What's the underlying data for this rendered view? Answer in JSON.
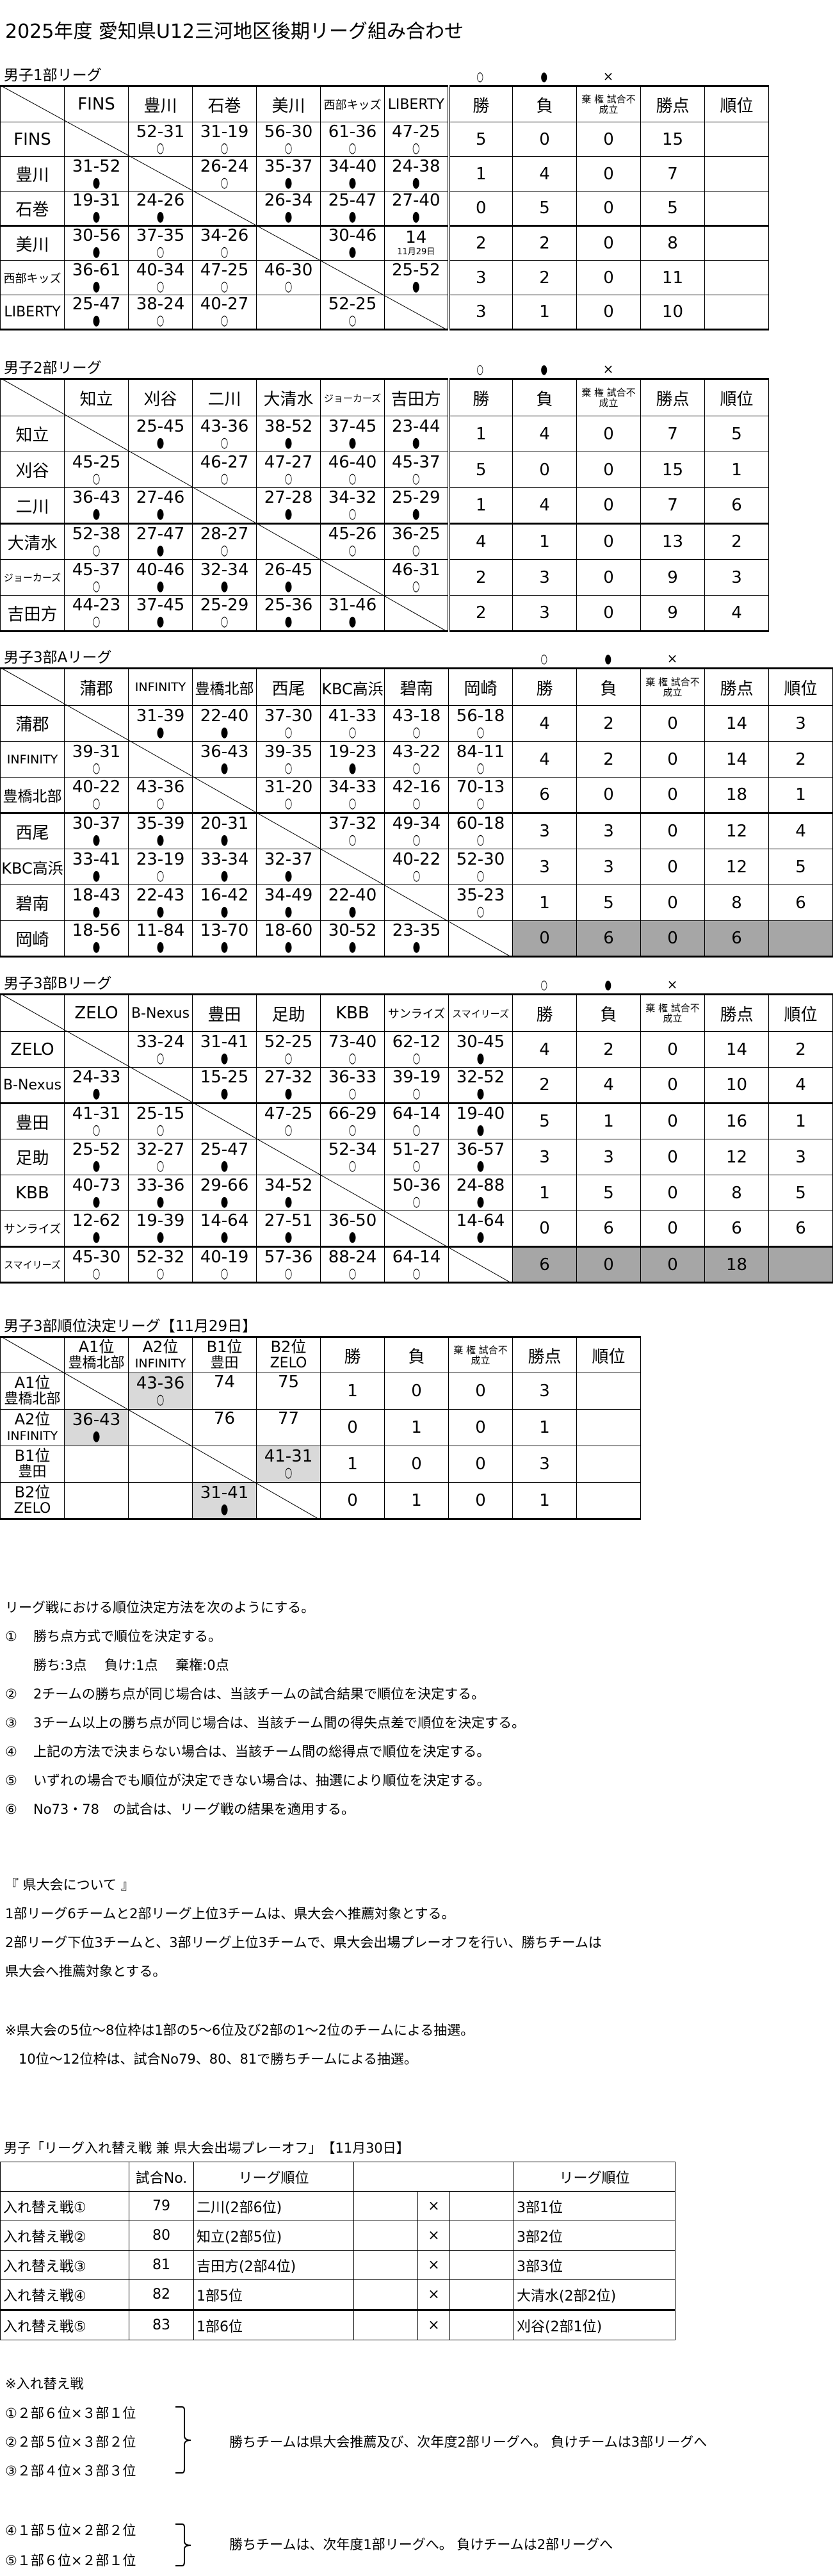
{
  "title": "2025年度  愛知県U12三河地区後期リーグ組み合わせ",
  "common": {
    "legend": [
      "○",
      "●",
      "×"
    ],
    "stat_headers": [
      "勝",
      "負",
      "棄 権 試合不成立",
      "勝点",
      "順位"
    ]
  },
  "leagues": [
    {
      "label": "男子1部リーグ",
      "teams": [
        "FINS",
        "豊川",
        "石巻",
        "美川",
        "西部キッズ",
        "LIBERTY"
      ],
      "results": [
        [
          null,
          {
            "s": "52-31",
            "m": "○"
          },
          {
            "s": "31-19",
            "m": "○"
          },
          {
            "s": "56-30",
            "m": "○"
          },
          {
            "s": "61-36",
            "m": "○"
          },
          {
            "s": "47-25",
            "m": "○"
          }
        ],
        [
          {
            "s": "31-52",
            "m": "●"
          },
          null,
          {
            "s": "26-24",
            "m": "○"
          },
          {
            "s": "35-37",
            "m": "●"
          },
          {
            "s": "34-40",
            "m": "●"
          },
          {
            "s": "24-38",
            "m": "●"
          }
        ],
        [
          {
            "s": "19-31",
            "m": "●"
          },
          {
            "s": "24-26",
            "m": "●"
          },
          null,
          {
            "s": "26-34",
            "m": "●"
          },
          {
            "s": "25-47",
            "m": "●"
          },
          {
            "s": "27-40",
            "m": "●"
          }
        ],
        [
          {
            "s": "30-56",
            "m": "●"
          },
          {
            "s": "37-35",
            "m": "○"
          },
          {
            "s": "34-26",
            "m": "○"
          },
          null,
          {
            "s": "30-46",
            "m": "●"
          },
          {
            "s": "14",
            "note": "11月29日"
          }
        ],
        [
          {
            "s": "36-61",
            "m": "●"
          },
          {
            "s": "40-34",
            "m": "○"
          },
          {
            "s": "47-25",
            "m": "○"
          },
          {
            "s": "46-30",
            "m": "○"
          },
          null,
          {
            "s": "25-52",
            "m": "●"
          }
        ],
        [
          {
            "s": "25-47",
            "m": "●"
          },
          {
            "s": "38-24",
            "m": "○"
          },
          {
            "s": "40-27",
            "m": "○"
          },
          null,
          {
            "s": "52-25",
            "m": "○"
          },
          null
        ]
      ],
      "stats": [
        [
          "5",
          "0",
          "0",
          "15",
          ""
        ],
        [
          "1",
          "4",
          "0",
          "7",
          ""
        ],
        [
          "0",
          "5",
          "0",
          "5",
          ""
        ],
        [
          "2",
          "2",
          "0",
          "8",
          ""
        ],
        [
          "3",
          "2",
          "0",
          "11",
          ""
        ],
        [
          "3",
          "1",
          "0",
          "10",
          ""
        ]
      ]
    },
    {
      "label": "男子2部リーグ",
      "teams": [
        "知立",
        "刈谷",
        "二川",
        "大清水",
        "ジョーカーズ",
        "吉田方"
      ],
      "results": [
        [
          null,
          {
            "s": "25-45",
            "m": "●"
          },
          {
            "s": "43-36",
            "m": "○"
          },
          {
            "s": "38-52",
            "m": "●"
          },
          {
            "s": "37-45",
            "m": "●"
          },
          {
            "s": "23-44",
            "m": "●"
          }
        ],
        [
          {
            "s": "45-25",
            "m": "○"
          },
          null,
          {
            "s": "46-27",
            "m": "○"
          },
          {
            "s": "47-27",
            "m": "○"
          },
          {
            "s": "46-40",
            "m": "○"
          },
          {
            "s": "45-37",
            "m": "○"
          }
        ],
        [
          {
            "s": "36-43",
            "m": "●"
          },
          {
            "s": "27-46",
            "m": "●"
          },
          null,
          {
            "s": "27-28",
            "m": "●"
          },
          {
            "s": "34-32",
            "m": "○"
          },
          {
            "s": "25-29",
            "m": "●"
          }
        ],
        [
          {
            "s": "52-38",
            "m": "○"
          },
          {
            "s": "27-47",
            "m": "●"
          },
          {
            "s": "28-27",
            "m": "○"
          },
          null,
          {
            "s": "45-26",
            "m": "○"
          },
          {
            "s": "36-25",
            "m": "○"
          }
        ],
        [
          {
            "s": "45-37",
            "m": "○"
          },
          {
            "s": "40-46",
            "m": "●"
          },
          {
            "s": "32-34",
            "m": "●"
          },
          {
            "s": "26-45",
            "m": "●"
          },
          null,
          {
            "s": "46-31",
            "m": "○"
          }
        ],
        [
          {
            "s": "44-23",
            "m": "○"
          },
          {
            "s": "37-45",
            "m": "●"
          },
          {
            "s": "25-29",
            "m": "○"
          },
          {
            "s": "25-36",
            "m": "●"
          },
          {
            "s": "31-46",
            "m": "●"
          },
          null
        ]
      ],
      "stats": [
        [
          "1",
          "4",
          "0",
          "7",
          "5"
        ],
        [
          "5",
          "0",
          "0",
          "15",
          "1"
        ],
        [
          "1",
          "4",
          "0",
          "7",
          "6"
        ],
        [
          "4",
          "1",
          "0",
          "13",
          "2"
        ],
        [
          "2",
          "3",
          "0",
          "9",
          "3"
        ],
        [
          "2",
          "3",
          "0",
          "9",
          "4"
        ]
      ]
    },
    {
      "label": "男子3部Aリーグ",
      "teams": [
        "蒲郡",
        "INFINITY",
        "豊橋北部",
        "西尾",
        "KBC高浜",
        "碧南",
        "岡崎"
      ],
      "results": [
        [
          null,
          {
            "s": "31-39",
            "m": "●"
          },
          {
            "s": "22-40",
            "m": "●"
          },
          {
            "s": "37-30",
            "m": "○"
          },
          {
            "s": "41-33",
            "m": "○"
          },
          {
            "s": "43-18",
            "m": "○"
          },
          {
            "s": "56-18",
            "m": "○"
          }
        ],
        [
          {
            "s": "39-31",
            "m": "○"
          },
          null,
          {
            "s": "36-43",
            "m": "●"
          },
          {
            "s": "39-35",
            "m": "○"
          },
          {
            "s": "19-23",
            "m": "●"
          },
          {
            "s": "43-22",
            "m": "○"
          },
          {
            "s": "84-11",
            "m": "○"
          }
        ],
        [
          {
            "s": "40-22",
            "m": "○"
          },
          {
            "s": "43-36",
            "m": "○"
          },
          null,
          {
            "s": "31-20",
            "m": "○"
          },
          {
            "s": "34-33",
            "m": "○"
          },
          {
            "s": "42-16",
            "m": "○"
          },
          {
            "s": "70-13",
            "m": "○"
          }
        ],
        [
          {
            "s": "30-37",
            "m": "●"
          },
          {
            "s": "35-39",
            "m": "●"
          },
          {
            "s": "20-31",
            "m": "●"
          },
          null,
          {
            "s": "37-32",
            "m": "○"
          },
          {
            "s": "49-34",
            "m": "○"
          },
          {
            "s": "60-18",
            "m": "○"
          }
        ],
        [
          {
            "s": "33-41",
            "m": "●"
          },
          {
            "s": "23-19",
            "m": "○"
          },
          {
            "s": "33-34",
            "m": "●"
          },
          {
            "s": "32-37",
            "m": "●"
          },
          null,
          {
            "s": "40-22",
            "m": "○"
          },
          {
            "s": "52-30",
            "m": "○"
          }
        ],
        [
          {
            "s": "18-43",
            "m": "●"
          },
          {
            "s": "22-43",
            "m": "●"
          },
          {
            "s": "16-42",
            "m": "●"
          },
          {
            "s": "34-49",
            "m": "●"
          },
          {
            "s": "22-40",
            "m": "●"
          },
          null,
          {
            "s": "35-23",
            "m": "○"
          }
        ],
        [
          {
            "s": "18-56",
            "m": "●"
          },
          {
            "s": "11-84",
            "m": "●"
          },
          {
            "s": "13-70",
            "m": "●"
          },
          {
            "s": "18-60",
            "m": "●"
          },
          {
            "s": "30-52",
            "m": "●"
          },
          {
            "s": "23-35",
            "m": "●"
          },
          null
        ]
      ],
      "stats": [
        [
          "4",
          "2",
          "0",
          "14",
          "3"
        ],
        [
          "4",
          "2",
          "0",
          "14",
          "2"
        ],
        [
          "6",
          "0",
          "0",
          "18",
          "1"
        ],
        [
          "3",
          "3",
          "0",
          "12",
          "4"
        ],
        [
          "3",
          "3",
          "0",
          "12",
          "5"
        ],
        [
          "1",
          "5",
          "0",
          "8",
          "6"
        ],
        [
          "0",
          "6",
          "0",
          "6",
          ""
        ]
      ],
      "highlighted_row": 6
    },
    {
      "label": "男子3部Bリーグ",
      "teams": [
        "ZELO",
        "B-Nexus",
        "豊田",
        "足助",
        "KBB",
        "サンライズ",
        "スマイリーズ"
      ],
      "results": [
        [
          null,
          {
            "s": "33-24",
            "m": "○"
          },
          {
            "s": "31-41",
            "m": "●"
          },
          {
            "s": "52-25",
            "m": "○"
          },
          {
            "s": "73-40",
            "m": "○"
          },
          {
            "s": "62-12",
            "m": "○"
          },
          {
            "s": "30-45",
            "m": "●"
          }
        ],
        [
          {
            "s": "24-33",
            "m": "●"
          },
          null,
          {
            "s": "15-25",
            "m": "●"
          },
          {
            "s": "27-32",
            "m": "●"
          },
          {
            "s": "36-33",
            "m": "○"
          },
          {
            "s": "39-19",
            "m": "○"
          },
          {
            "s": "32-52",
            "m": "●"
          }
        ],
        [
          {
            "s": "41-31",
            "m": "○"
          },
          {
            "s": "25-15",
            "m": "○"
          },
          null,
          {
            "s": "47-25",
            "m": "○"
          },
          {
            "s": "66-29",
            "m": "○"
          },
          {
            "s": "64-14",
            "m": "○"
          },
          {
            "s": "19-40",
            "m": "●"
          }
        ],
        [
          {
            "s": "25-52",
            "m": "●"
          },
          {
            "s": "32-27",
            "m": "○"
          },
          {
            "s": "25-47",
            "m": "●"
          },
          null,
          {
            "s": "52-34",
            "m": "○"
          },
          {
            "s": "51-27",
            "m": "○"
          },
          {
            "s": "36-57",
            "m": "●"
          }
        ],
        [
          {
            "s": "40-73",
            "m": "●"
          },
          {
            "s": "33-36",
            "m": "●"
          },
          {
            "s": "29-66",
            "m": "●"
          },
          {
            "s": "34-52",
            "m": "●"
          },
          null,
          {
            "s": "50-36",
            "m": "○"
          },
          {
            "s": "24-88",
            "m": "●"
          }
        ],
        [
          {
            "s": "12-62",
            "m": "●"
          },
          {
            "s": "19-39",
            "m": "●"
          },
          {
            "s": "14-64",
            "m": "●"
          },
          {
            "s": "27-51",
            "m": "●"
          },
          {
            "s": "36-50",
            "m": "●"
          },
          null,
          {
            "s": "14-64",
            "m": "●"
          }
        ],
        [
          {
            "s": "45-30",
            "m": "○"
          },
          {
            "s": "52-32",
            "m": "○"
          },
          {
            "s": "40-19",
            "m": "○"
          },
          {
            "s": "57-36",
            "m": "○"
          },
          {
            "s": "88-24",
            "m": "○"
          },
          {
            "s": "64-14",
            "m": "○"
          },
          null
        ]
      ],
      "stats": [
        [
          "4",
          "2",
          "0",
          "14",
          "2"
        ],
        [
          "2",
          "4",
          "0",
          "10",
          "4"
        ],
        [
          "5",
          "1",
          "0",
          "16",
          "1"
        ],
        [
          "3",
          "3",
          "0",
          "12",
          "3"
        ],
        [
          "1",
          "5",
          "0",
          "8",
          "5"
        ],
        [
          "0",
          "6",
          "0",
          "6",
          "6"
        ],
        [
          "6",
          "0",
          "0",
          "18",
          ""
        ]
      ],
      "highlighted_row": 6
    }
  ],
  "ranking_league": {
    "label": "男子3部順位決定リーグ【11月29日】",
    "teams": [
      {
        "rank": "A1位",
        "team": "豊橋北部"
      },
      {
        "rank": "A2位",
        "team": "INFINITY"
      },
      {
        "rank": "B1位",
        "team": "豊田"
      },
      {
        "rank": "B2位",
        "team": "ZELO"
      }
    ],
    "results": [
      [
        null,
        {
          "s": "43-36",
          "m": "○",
          "hl": true
        },
        {
          "s": "74"
        },
        {
          "s": "75"
        }
      ],
      [
        {
          "s": "36-43",
          "m": "●",
          "hl": true
        },
        null,
        {
          "s": "76"
        },
        {
          "s": "77"
        }
      ],
      [
        null,
        null,
        null,
        {
          "s": "41-31",
          "m": "○",
          "hl": true
        }
      ],
      [
        null,
        null,
        {
          "s": "31-41",
          "m": "●",
          "hl": true
        },
        null
      ]
    ],
    "stats": [
      [
        "1",
        "0",
        "0",
        "3",
        ""
      ],
      [
        "0",
        "1",
        "0",
        "1",
        ""
      ],
      [
        "1",
        "0",
        "0",
        "3",
        ""
      ],
      [
        "0",
        "1",
        "0",
        "1",
        ""
      ]
    ]
  },
  "rules": {
    "intro": "リーグ戦における順位決定方法を次のようにする。",
    "items": [
      {
        "num": "①",
        "text": "勝ち点方式で順位を決定する。"
      },
      {
        "num": "",
        "text": "勝ち:3点　 負け:1点　 棄権:0点"
      },
      {
        "num": "②",
        "text": "2チームの勝ち点が同じ場合は、当該チームの試合結果で順位を決定する。"
      },
      {
        "num": "③",
        "text": "3チーム以上の勝ち点が同じ場合は、当該チーム間の得失点差で順位を決定する。"
      },
      {
        "num": "④",
        "text": "上記の方法で決まらない場合は、当該チーム間の総得点で順位を決定する。"
      },
      {
        "num": "⑤",
        "text": "いずれの場合でも順位が決定できない場合は、抽選により順位を決定する。"
      },
      {
        "num": "⑥",
        "text": "No73・78　の試合は、リーグ戦の結果を適用する。"
      }
    ]
  },
  "prefectural": {
    "heading": "『 県大会について 』",
    "lines": [
      "1部リーグ6チームと2部リーグ上位3チームは、県大会へ推薦対象とする。",
      "2部リーグ下位3チームと、3部リーグ上位3チームで、県大会出場プレーオフを行い、勝ちチームは",
      "県大会へ推薦対象とする。"
    ],
    "notes": [
      "※県大会の5位～8位枠は1部の5～6位及び2部の1～2位のチームによる抽選。",
      "　10位～12位枠は、試合No79、80、81で勝ちチームによる抽選。"
    ]
  },
  "playoff": {
    "label": "男子「リーグ入れ替え戦 兼 県大会出場プレーオフ」　【11月30日】",
    "headers": [
      "",
      "試合No.",
      "リーグ順位",
      "リーグ順位"
    ],
    "rows": [
      {
        "name": "入れ替え戦①",
        "no": "79",
        "left": "二川(2部6位)",
        "vs": "×",
        "right": "3部1位"
      },
      {
        "name": "入れ替え戦②",
        "no": "80",
        "left": "知立(2部5位)",
        "vs": "×",
        "right": "3部2位"
      },
      {
        "name": "入れ替え戦③",
        "no": "81",
        "left": "吉田方(2部4位)",
        "vs": "×",
        "right": "3部3位"
      },
      {
        "name": "入れ替え戦④",
        "no": "82",
        "left": "1部5位",
        "vs": "×",
        "right": "大清水(2部2位)"
      },
      {
        "name": "入れ替え戦⑤",
        "no": "83",
        "left": "1部6位",
        "vs": "×",
        "right": "刈谷(2部1位)"
      }
    ]
  },
  "swap_notes": {
    "heading": "※入れ替え戦",
    "group1": [
      "①２部６位×３部１位",
      "②２部５位×３部２位",
      "③２部４位×３部３位"
    ],
    "group1_result": "勝ちチームは県大会推薦及び、次年度2部リーグへ。 負けチームは3部リーグへ",
    "group2": [
      "④１部５位×２部２位",
      "⑤１部６位×２部１位"
    ],
    "group2_result": "勝ちチームは、次年度1部リーグへ。 負けチームは2部リーグへ"
  }
}
